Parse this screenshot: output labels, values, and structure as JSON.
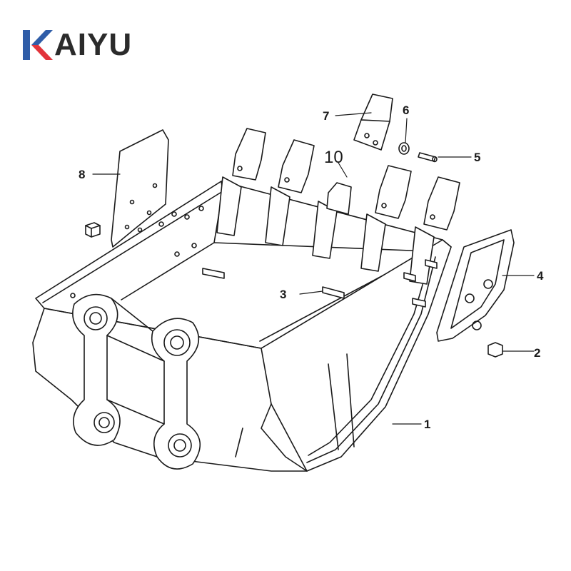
{
  "brand": {
    "name": "KAIYU",
    "mark_letter": "K",
    "rest": "AIYU",
    "colors": {
      "blue": "#2f5da8",
      "red": "#e2343b",
      "text": "#2b2b2b"
    }
  },
  "diagram": {
    "line_color": "#1a1a1a",
    "callouts": [
      {
        "id": "1",
        "label": "1"
      },
      {
        "id": "2",
        "label": "2"
      },
      {
        "id": "3",
        "label": "3"
      },
      {
        "id": "4",
        "label": "4"
      },
      {
        "id": "5",
        "label": "5"
      },
      {
        "id": "6",
        "label": "6"
      },
      {
        "id": "7",
        "label": "7"
      },
      {
        "id": "8",
        "label": "8"
      },
      {
        "id": "10",
        "label": "10"
      }
    ]
  }
}
